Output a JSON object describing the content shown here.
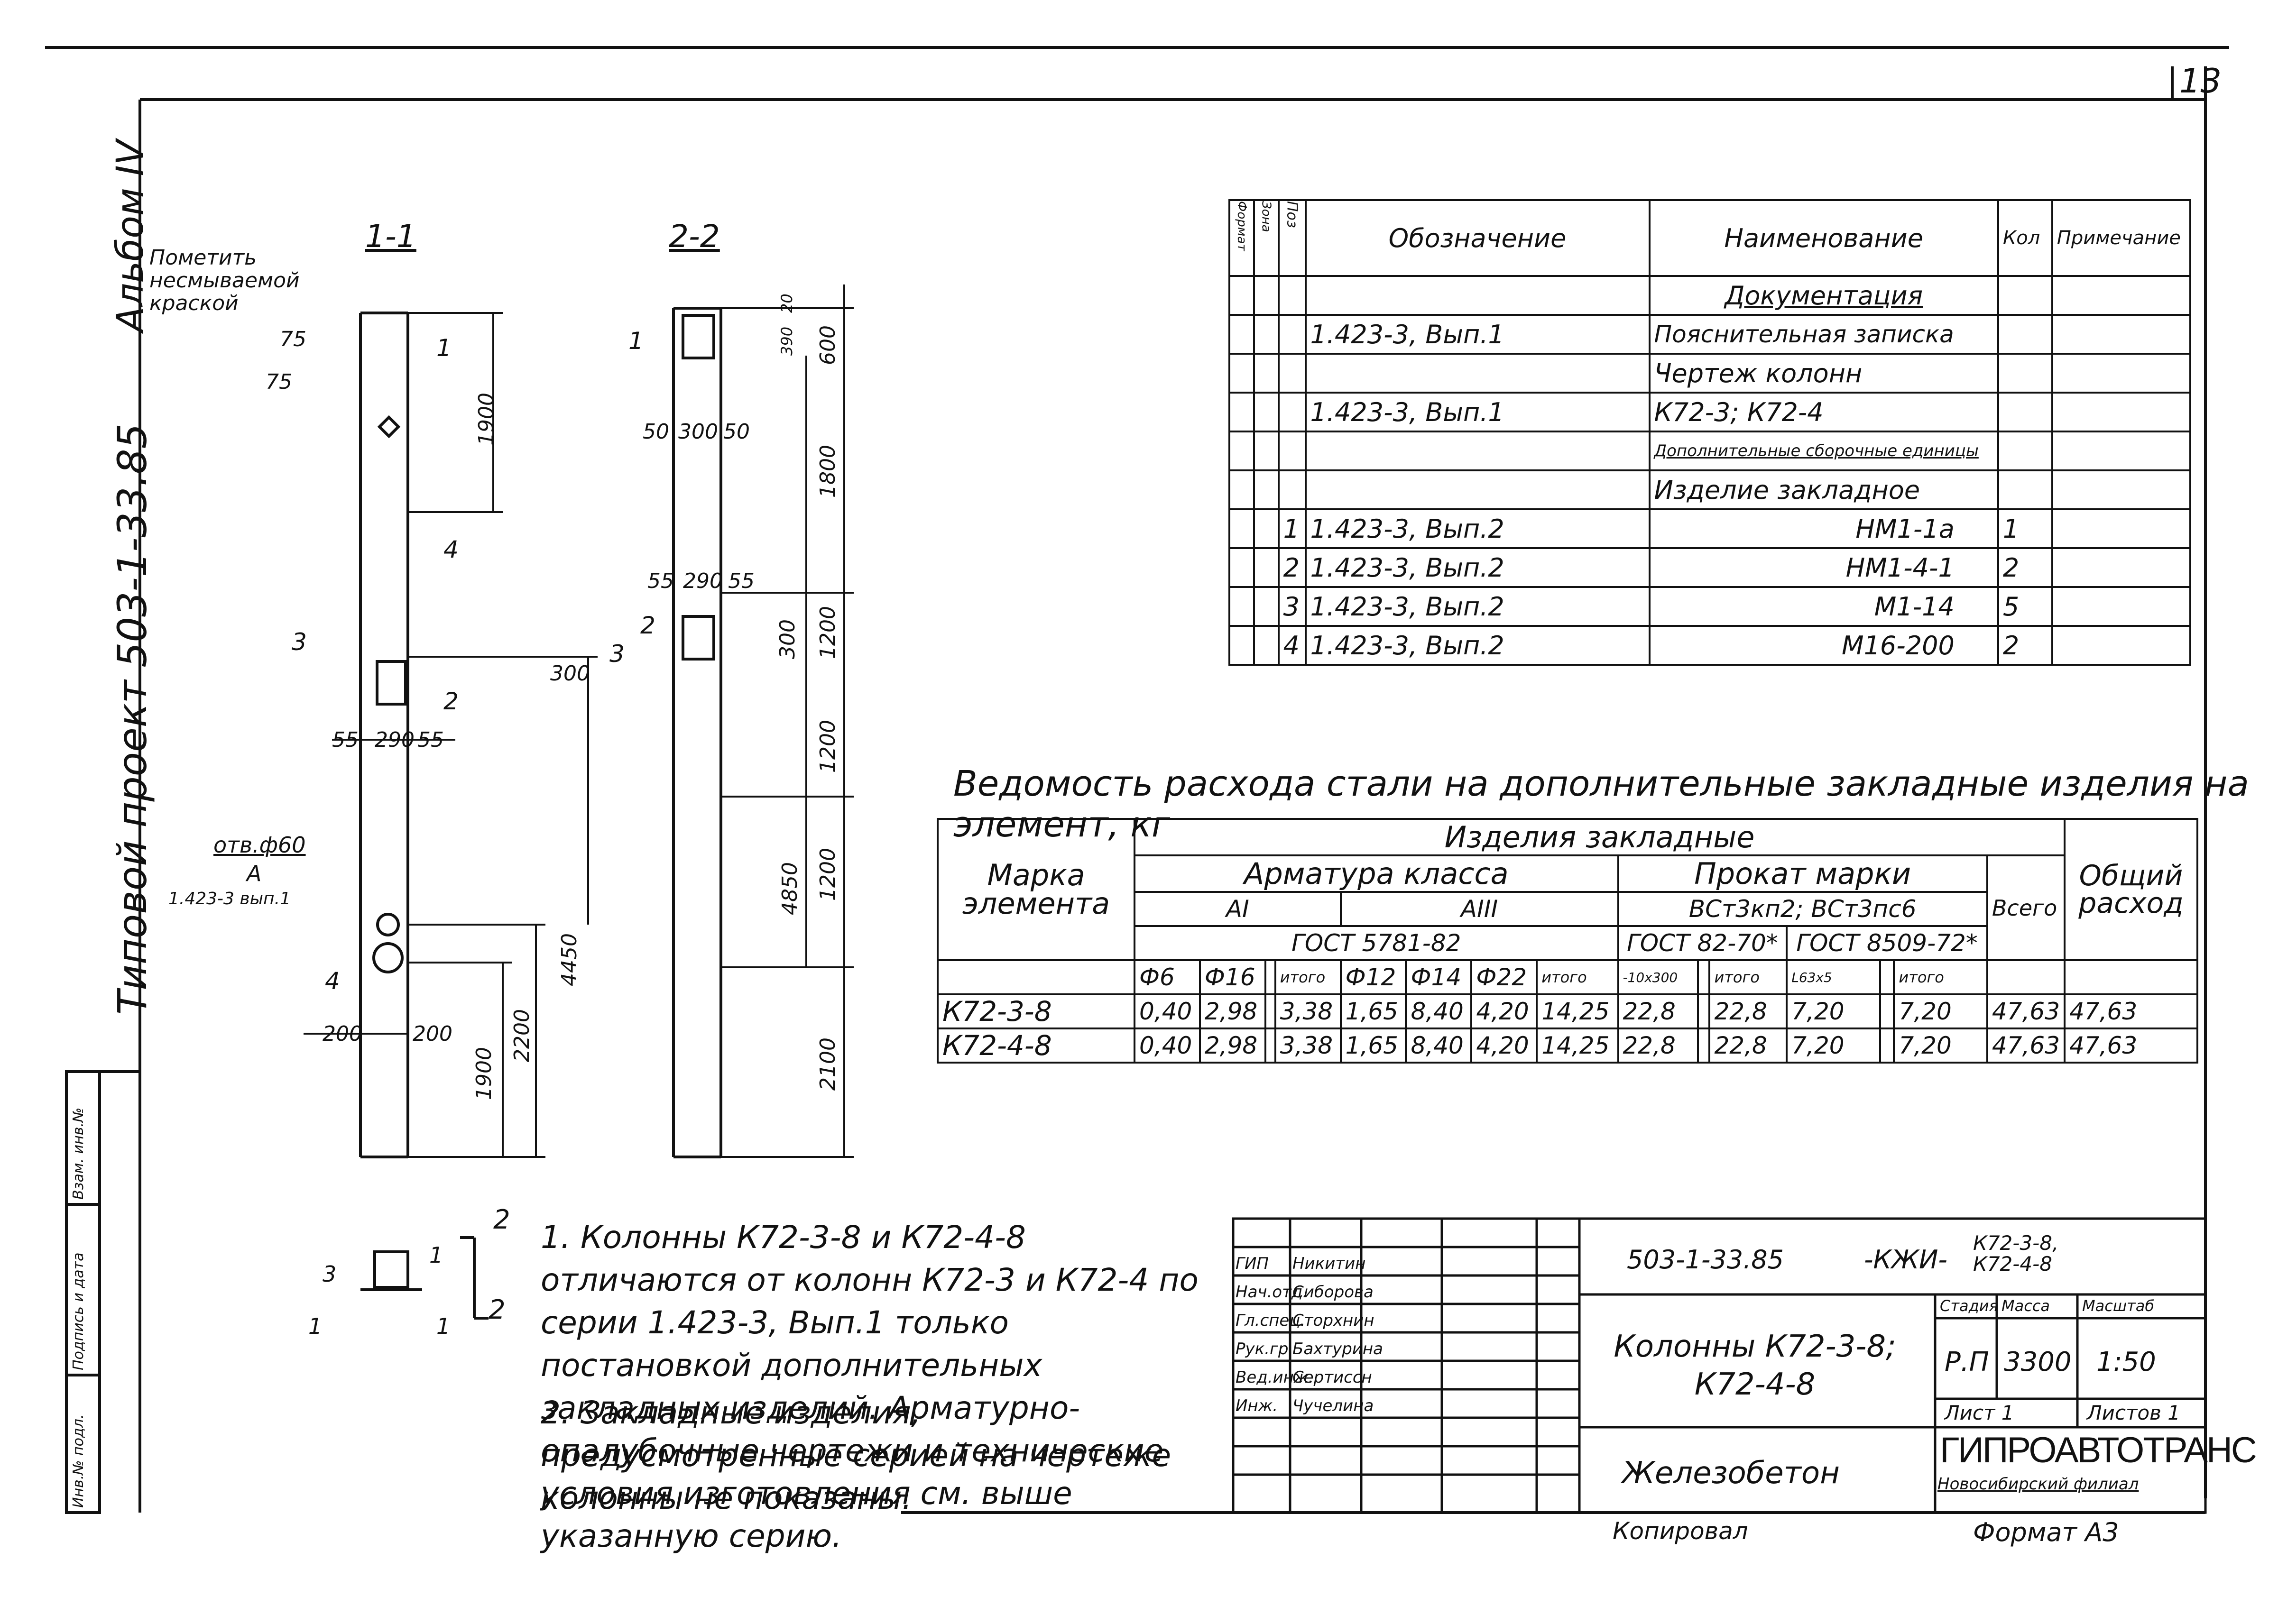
{
  "sheet": {
    "number": "13",
    "album": "Альбом IV",
    "project": "Типовой проект 503-1-33.85",
    "format": "Формат А3",
    "copied": "Копировал",
    "stamp_labels": [
      "Инв.№ подл.",
      "Подпись и дата",
      "Взам. инв.№"
    ]
  },
  "views": {
    "section_1": "1-1",
    "section_2": "2-2",
    "note_paint": "Пометить несмываемой краской",
    "hole_label": "отв.ф60",
    "ref_A": "А",
    "ref_A_doc": "1.423-3 вып.1",
    "dims_1": [
      "75",
      "75",
      "1900",
      "300",
      "55",
      "290",
      "55",
      "4450",
      "200",
      "200",
      "1900",
      "2200"
    ],
    "dims_2": [
      "20",
      "390",
      "600",
      "50",
      "300",
      "50",
      "1800",
      "55",
      "290",
      "55",
      "300",
      "1200",
      "1200",
      "4850",
      "1200",
      "2100"
    ],
    "pos_marks": [
      "1",
      "2",
      "3",
      "4"
    ]
  },
  "spec": {
    "headers": [
      "Формат",
      "Зона",
      "Поз",
      "Обозначение",
      "Наименование",
      "Кол",
      "Примечание"
    ],
    "rows": [
      {
        "pos": "",
        "code": "",
        "name": "Документация",
        "qty": ""
      },
      {
        "pos": "",
        "code": "1.423-3, Вып.1",
        "name": "Пояснительная записка",
        "qty": ""
      },
      {
        "pos": "",
        "code": "",
        "name": "Чертеж колонн",
        "qty": ""
      },
      {
        "pos": "",
        "code": "1.423-3, Вып.1",
        "name": "К72-3; К72-4",
        "qty": ""
      },
      {
        "pos": "",
        "code": "",
        "name": "Дополнительные сборочные единицы",
        "qty": ""
      },
      {
        "pos": "",
        "code": "",
        "name": "Изделие закладное",
        "qty": ""
      },
      {
        "pos": "1",
        "code": "1.423-3, Вып.2",
        "name": "НМ1-1а",
        "qty": "1"
      },
      {
        "pos": "2",
        "code": "1.423-3, Вып.2",
        "name": "НМ1-4-1",
        "qty": "2"
      },
      {
        "pos": "3",
        "code": "1.423-3, Вып.2",
        "name": "М1-14",
        "qty": "5"
      },
      {
        "pos": "4",
        "code": "1.423-3, Вып.2",
        "name": "М16-200",
        "qty": "2"
      }
    ]
  },
  "steel": {
    "title": "Ведомость расхода стали на дополнительные закладные изделия на элемент, кг",
    "h_mark": "Марка элемента",
    "h_items": "Изделия закладные",
    "h_arm": "Арматура класса",
    "h_a1": "АI",
    "h_a3": "АIII",
    "h_gost1": "ГОСТ 5781-82",
    "h_rolled": "Прокат марки",
    "h_rolled_grade": "ВСт3кп2; ВСт3пс6",
    "h_gost2": "ГОСТ 82-70*",
    "h_gost3": "ГОСТ 8509-72*",
    "h_total": "Всего",
    "h_overall": "Общий расход",
    "sub": [
      "Ф6",
      "Ф16",
      "",
      "итого",
      "Ф12",
      "Ф14",
      "Ф22",
      "итого",
      "-10х300",
      "",
      "итого",
      "L63х5",
      "",
      "итого"
    ],
    "rows": [
      {
        "mark": "К72-3-8",
        "v": [
          "0,40",
          "2,98",
          "",
          "3,38",
          "1,65",
          "8,40",
          "4,20",
          "14,25",
          "22,8",
          "",
          "22,8",
          "7,20",
          "",
          "7,20",
          "47,63",
          "47,63"
        ]
      },
      {
        "mark": "К72-4-8",
        "v": [
          "0,40",
          "2,98",
          "",
          "3,38",
          "1,65",
          "8,40",
          "4,20",
          "14,25",
          "22,8",
          "",
          "22,8",
          "7,20",
          "",
          "7,20",
          "47,63",
          "47,63"
        ]
      }
    ]
  },
  "notes": [
    "1. Колонны К72-3-8 и К72-4-8 отличаются от колонн К72-3 и К72-4 по серии 1.423-3, Вып.1 только постановкой дополнительных закладных изделий. Арматурно-опалубочные чертежи и технические условия изготовления см. выше указанную серию.",
    "2. Закладные изделия, предусмотренные серией на чертеже колонны не показаны."
  ],
  "titleblock": {
    "roles": [
      "ГИП",
      "Нач.отд.",
      "Гл.спец.",
      "Рук.гр.",
      "Вед.инж.",
      "Инж."
    ],
    "names": [
      "Никитин",
      "Сиборова",
      "Сторхнин",
      "Бахтурина",
      "Сертиссн",
      "Чучелина"
    ],
    "code": "503-1-33.85",
    "code_suffix": "-КЖИ-",
    "marks": "К72-3-8, К72-4-8",
    "title": "Колонны К72-3-8; К72-4-8",
    "material": "Железобетон",
    "stage_h": "Стадия",
    "mass_h": "Масса",
    "scale_h": "Масштаб",
    "stage": "Р.П",
    "mass": "3300",
    "scale": "1:50",
    "sheet_h": "Лист 1",
    "sheets_h": "Листов 1",
    "org": "ГИПРОАВТОТРАНС",
    "branch": "Новосибирский филиал"
  }
}
